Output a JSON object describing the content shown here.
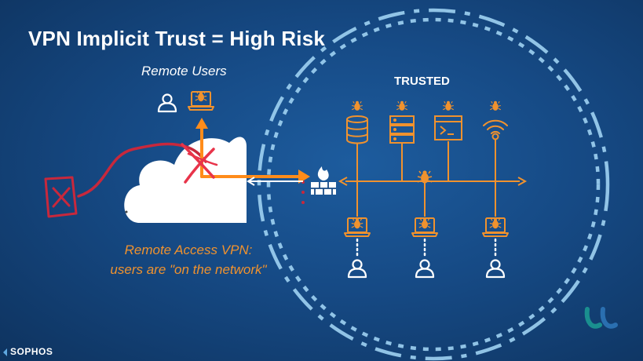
{
  "slide": {
    "title": "VPN Implicit Trust = High Risk",
    "remote_users_label": "Remote Users",
    "trusted_label": "TRUSTED",
    "vpn_caption_line1": "Remote Access VPN:",
    "vpn_caption_line2": "users are \"on the network\"",
    "brand": "SOPHOS"
  },
  "colors": {
    "background": "#164a85",
    "accent_orange": "#f0922e",
    "arrow_orange": "#ff8c1a",
    "threat_red": "#c8283c",
    "dashed_circle": "#9fd1f2",
    "white": "#ffffff"
  },
  "icons": {
    "user": "person-icon",
    "laptop": "laptop-icon",
    "bug": "bug-icon",
    "database": "database-icon",
    "server": "server-rack-icon",
    "terminal": "terminal-window-icon",
    "wifi": "wifi-icon",
    "firewall": "firewall-icon",
    "malicious_document": "malicious-document-icon",
    "cloud": "cloud-icon",
    "corner_logo": "corner-logo-icon"
  }
}
